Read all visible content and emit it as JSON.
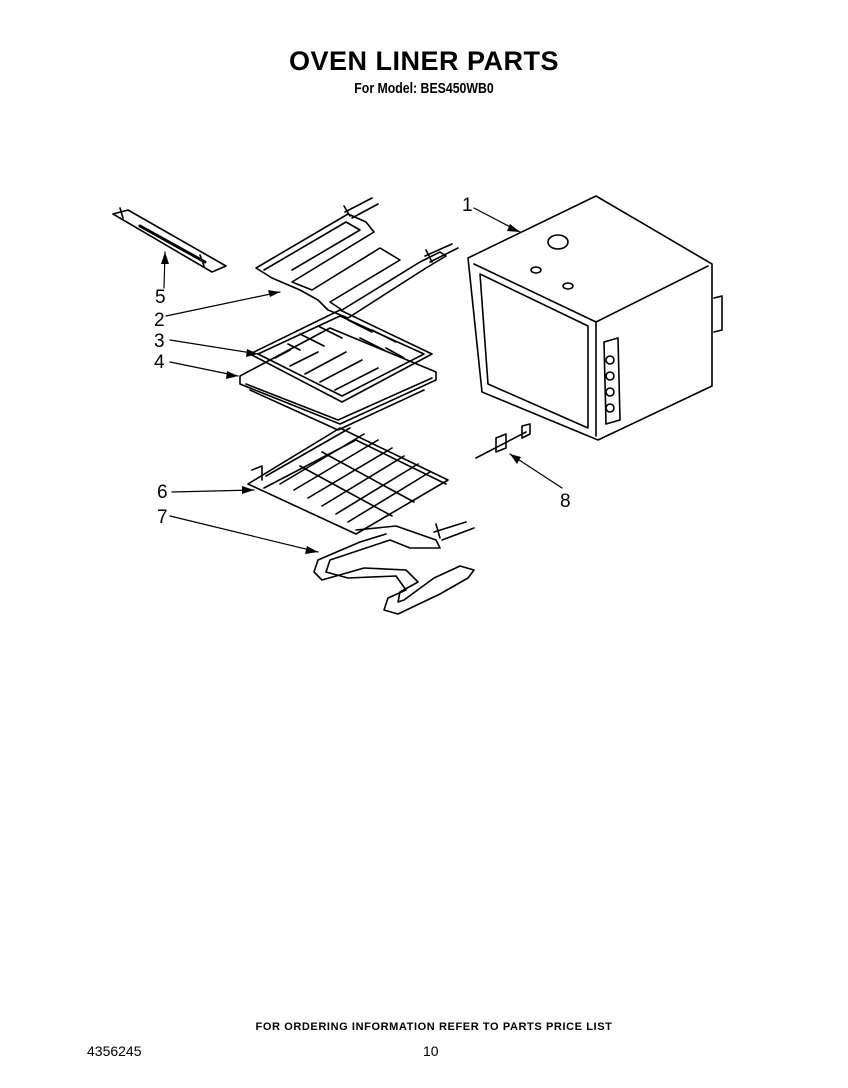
{
  "header": {
    "title": "OVEN LINER PARTS",
    "subtitle": "For Model: BES450WB0"
  },
  "callouts": [
    "1",
    "2",
    "3",
    "4",
    "5",
    "6",
    "7",
    "8"
  ],
  "footer": {
    "note": "FOR ORDERING INFORMATION REFER TO PARTS PRICE LIST",
    "doc_number": "4356245",
    "page_number": "10"
  }
}
